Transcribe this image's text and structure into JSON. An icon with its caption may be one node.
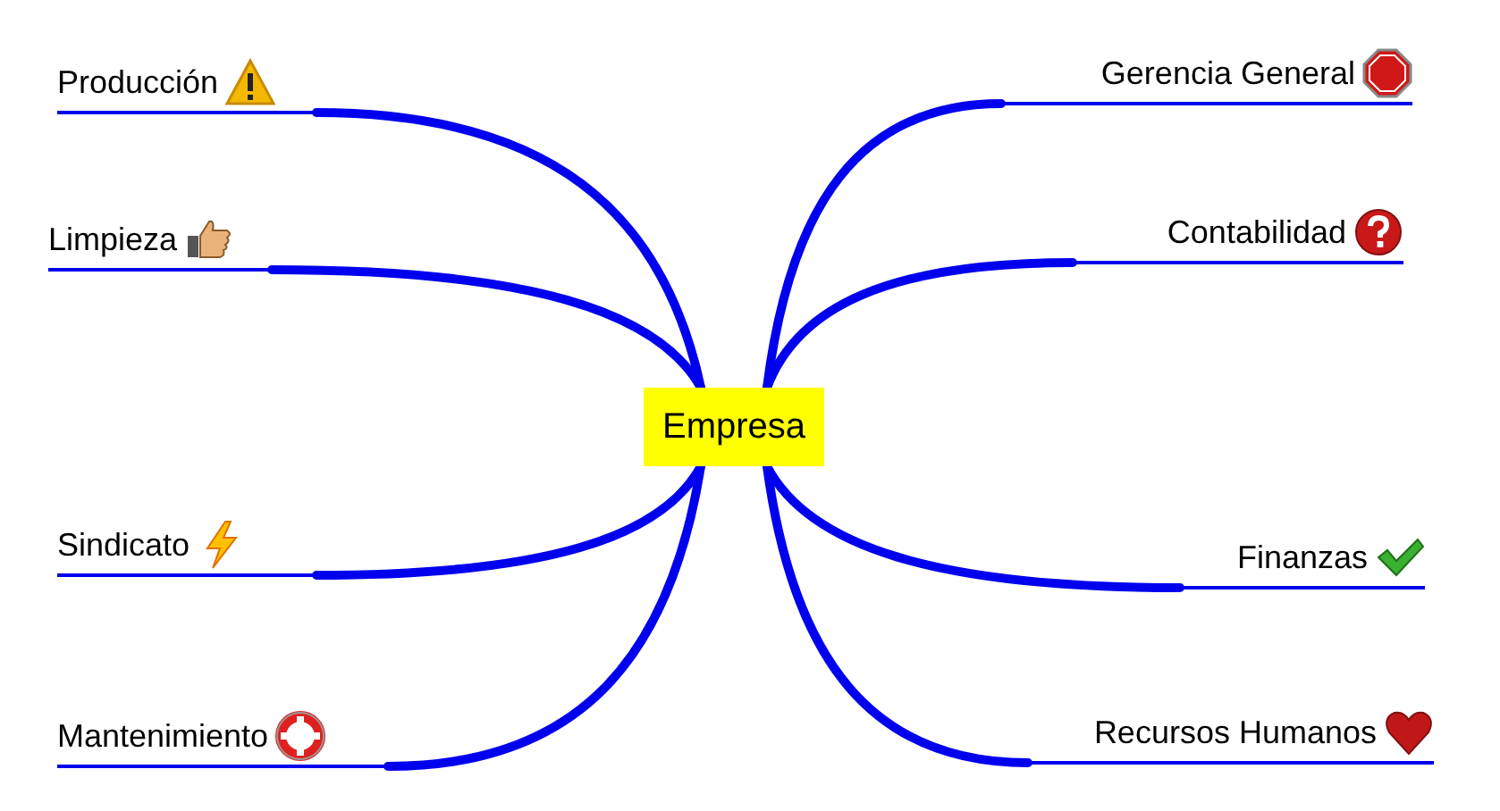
{
  "diagram": {
    "nodes": [
      {
        "text": [
          "Empresa"
        ]
      },
      {
        "text": [
          "Producción"
        ]
      },
      {
        "text": [
          "Limpieza"
        ]
      },
      {
        "text": [
          "Sindicato"
        ]
      },
      {
        "text": [
          "Mantenimiento"
        ]
      },
      {
        "text": [
          "Gerencia General"
        ]
      },
      {
        "text": [
          "Contabilidad"
        ]
      },
      {
        "text": [
          "Finanzas"
        ]
      },
      {
        "text": [
          "Recursos Humanos"
        ]
      }
    ],
    "edges": [
      {
        "from": 0,
        "to": 1,
        "arrow": "none"
      },
      {
        "from": 0,
        "to": 2,
        "arrow": "none"
      },
      {
        "from": 0,
        "to": 3,
        "arrow": "none"
      },
      {
        "from": 0,
        "to": 4,
        "arrow": "none"
      },
      {
        "from": 0,
        "to": 5,
        "arrow": "none"
      },
      {
        "from": 0,
        "to": 6,
        "arrow": "none"
      },
      {
        "from": 0,
        "to": 7,
        "arrow": "none"
      },
      {
        "from": 0,
        "to": 8,
        "arrow": "none"
      }
    ]
  }
}
